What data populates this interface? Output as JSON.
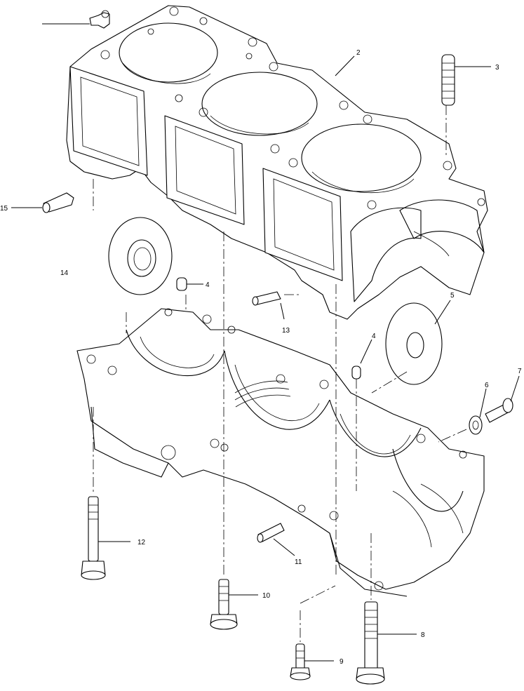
{
  "callouts": [
    {
      "id": "c1",
      "text": ""
    },
    {
      "id": "c2",
      "text": "2"
    },
    {
      "id": "c3",
      "text": "3"
    },
    {
      "id": "c4a",
      "text": "4"
    },
    {
      "id": "c4b",
      "text": "4"
    },
    {
      "id": "c5",
      "text": "5"
    },
    {
      "id": "c6",
      "text": "6"
    },
    {
      "id": "c7",
      "text": "7"
    },
    {
      "id": "c8",
      "text": "8"
    },
    {
      "id": "c9",
      "text": "9"
    },
    {
      "id": "c10",
      "text": "10"
    },
    {
      "id": "c11",
      "text": "11"
    },
    {
      "id": "c12",
      "text": "12"
    },
    {
      "id": "c13",
      "text": "13"
    },
    {
      "id": "c14",
      "text": "14"
    },
    {
      "id": "c15",
      "text": "15"
    }
  ]
}
